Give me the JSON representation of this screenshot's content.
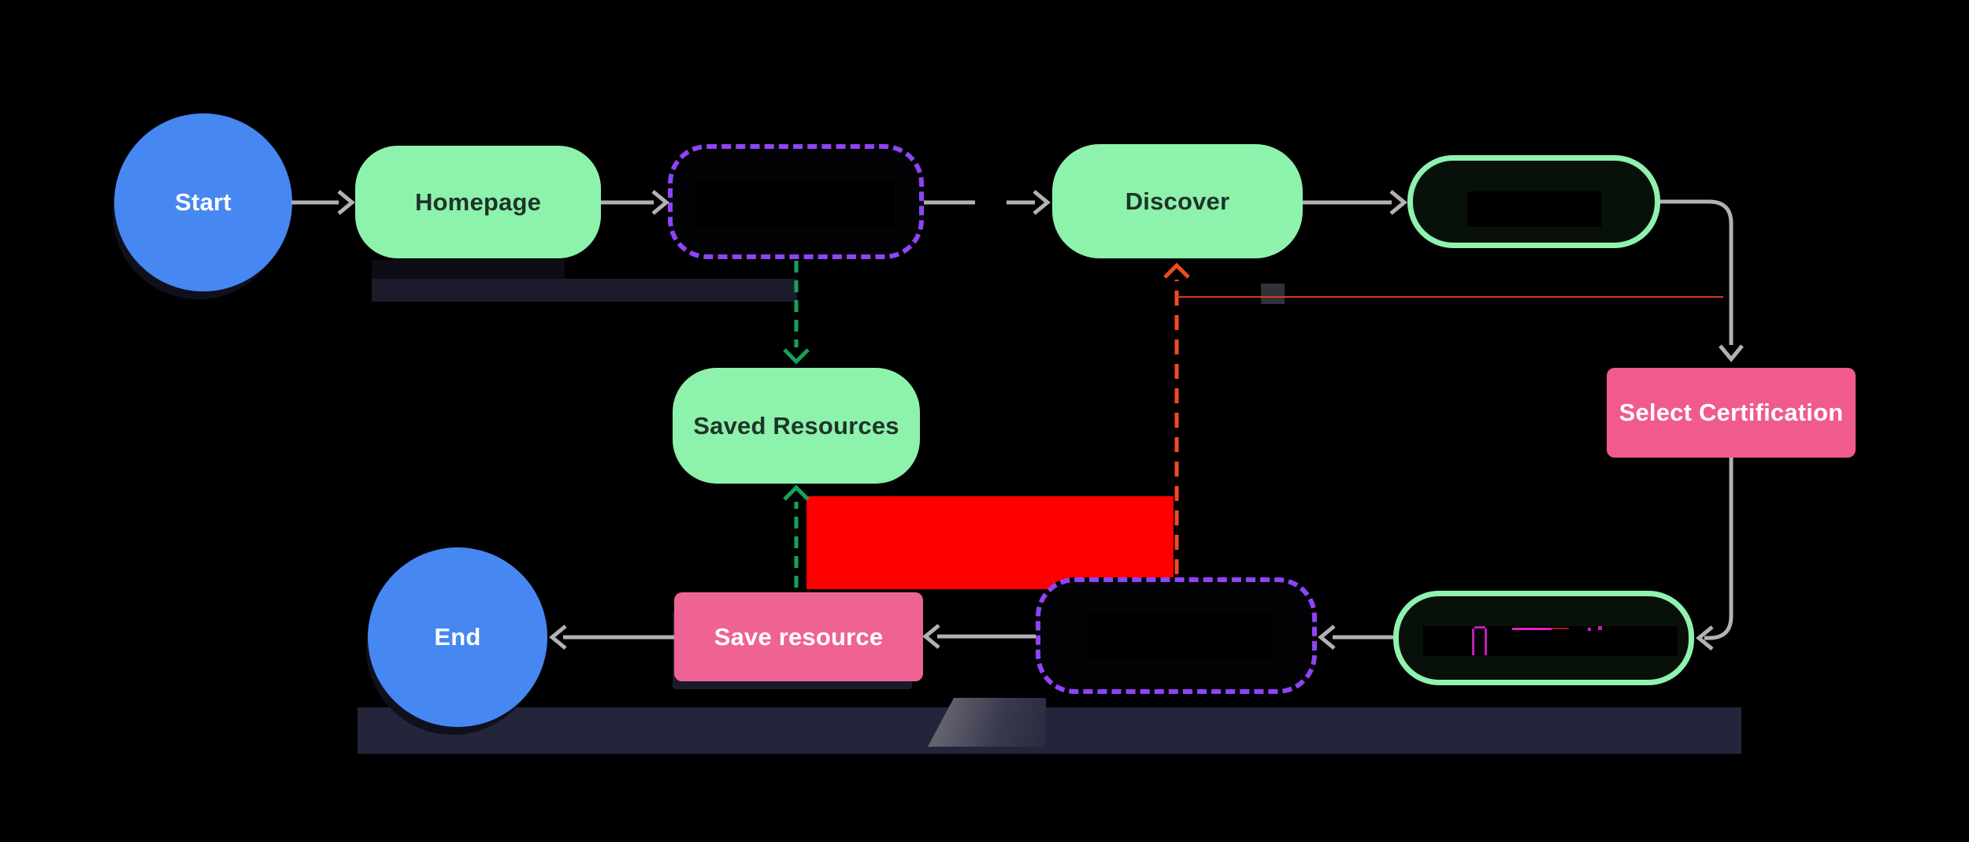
{
  "app": {
    "type": "flowchart",
    "background": "#000000"
  },
  "nodes": {
    "start": {
      "label": "Start",
      "shape": "circle",
      "fill": "#4687F2",
      "text_color": "#FFFFFF"
    },
    "homepage": {
      "label": "Homepage",
      "shape": "rounded-pill",
      "fill": "#8DF2AC",
      "text_color": "#1F3429"
    },
    "redacted_top": {
      "label": "",
      "redacted": true,
      "shape": "dashed-outline-pill",
      "fill": "#030306",
      "border_color": "#8D45F5"
    },
    "discover": {
      "label": "Discover",
      "shape": "rounded-pill",
      "fill": "#8DF2AC",
      "text_color": "#1F3429"
    },
    "outlined_top": {
      "label": "",
      "redacted": true,
      "shape": "outline-pill",
      "fill": "#081109",
      "border_color": "#8FF2AE"
    },
    "select_certification": {
      "label": "Select Certification",
      "shape": "rect",
      "fill": "#F05A8C",
      "text_color": "#FFFFFF"
    },
    "saved_resources": {
      "label": "Saved Resources",
      "shape": "rounded-pill",
      "fill": "#8DF2AC",
      "text_color": "#1F3429"
    },
    "redacted_bottom": {
      "label": "",
      "redacted": true,
      "shape": "dashed-outline-pill",
      "fill": "#030306",
      "border_color": "#8D45F5"
    },
    "outlined_bottom": {
      "label": "",
      "redacted": true,
      "shape": "outline-pill",
      "fill": "#081109",
      "border_color": "#8FF2AE"
    },
    "save_resource": {
      "label": "Save resource",
      "shape": "rect",
      "fill": "#EE6394",
      "text_color": "#FFFFFF"
    },
    "end": {
      "label": "End",
      "shape": "circle",
      "fill": "#4687F2",
      "text_color": "#FFFFFF"
    }
  },
  "edges": [
    {
      "from": "start",
      "to": "homepage",
      "style": "solid",
      "color": "#B2B2B6"
    },
    {
      "from": "homepage",
      "to": "redacted_top",
      "style": "solid",
      "color": "#B2B2B6"
    },
    {
      "from": "redacted_top",
      "to": "discover",
      "style": "solid",
      "color": "#B2B2B6"
    },
    {
      "from": "discover",
      "to": "outlined_top",
      "style": "solid",
      "color": "#B2B2B6"
    },
    {
      "from": "outlined_top",
      "to": "select_certification",
      "style": "solid",
      "color": "#B2B2B6"
    },
    {
      "from": "select_certification",
      "to": "outlined_bottom",
      "style": "solid",
      "color": "#B2B2B6"
    },
    {
      "from": "outlined_bottom",
      "to": "redacted_bottom",
      "style": "solid",
      "color": "#B2B2B6"
    },
    {
      "from": "redacted_bottom",
      "to": "save_resource",
      "style": "solid",
      "color": "#B2B2B6"
    },
    {
      "from": "save_resource",
      "to": "end",
      "style": "solid",
      "color": "#B2B2B6"
    },
    {
      "from": "redacted_top",
      "to": "saved_resources",
      "style": "dashed",
      "color": "#14A35C"
    },
    {
      "from": "save_resource",
      "to": "saved_resources",
      "style": "dashed",
      "color": "#14A35C"
    },
    {
      "from": "redacted_bottom",
      "to": "discover",
      "style": "dashed",
      "color": "#F04A24"
    }
  ],
  "overlays": {
    "red_redaction_block_color": "#FF0000",
    "thin_red_line_color": "#D63A1C",
    "shadow_band_color": "#24243A",
    "magenta_fragment_color": "#D01CB8"
  }
}
